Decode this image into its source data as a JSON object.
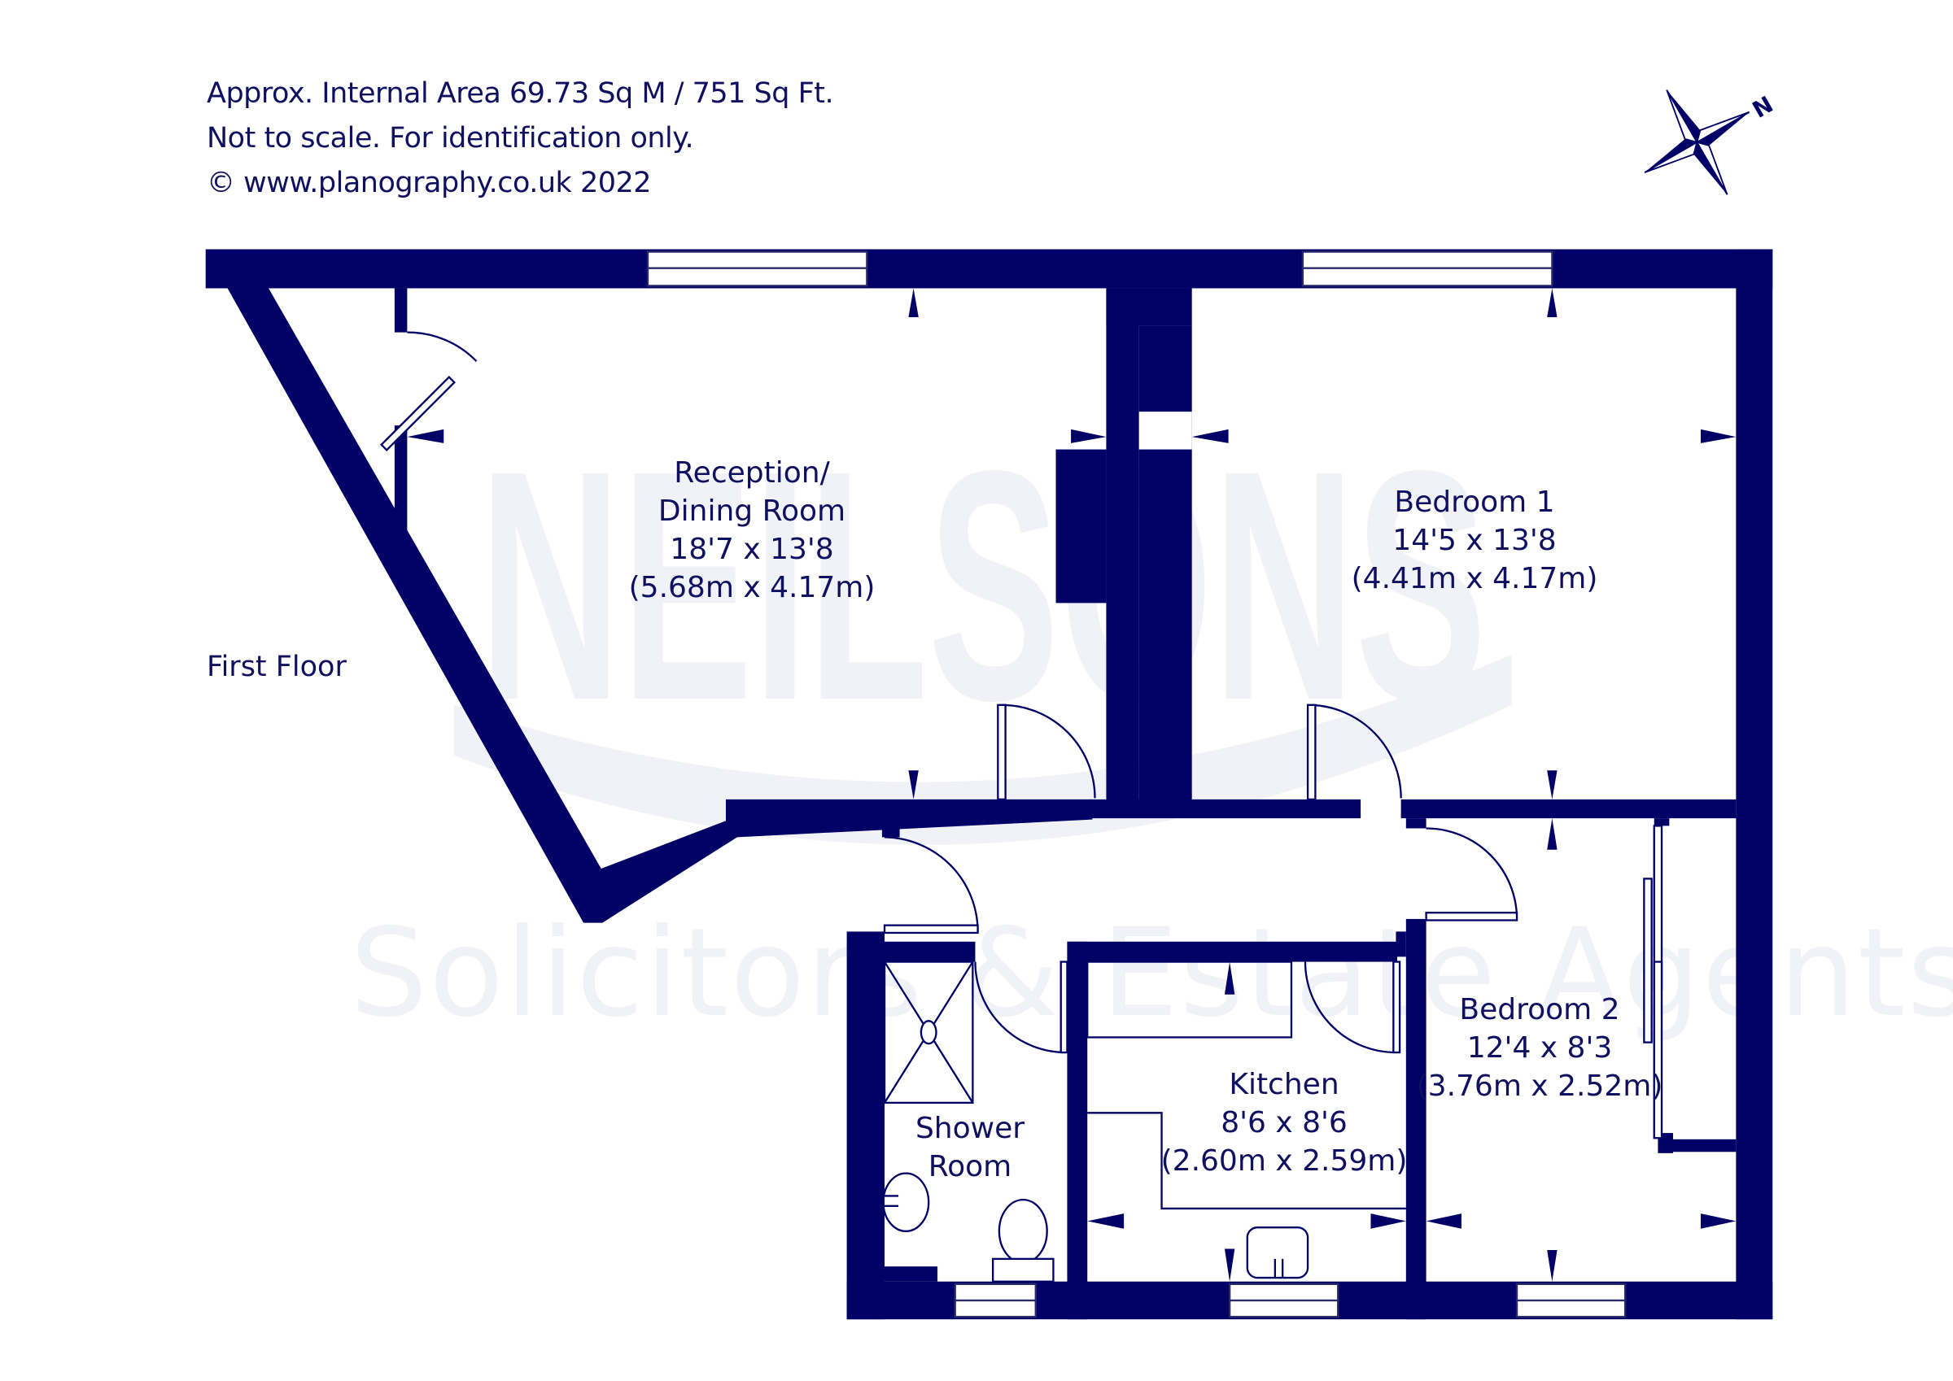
{
  "header": {
    "area_line": "Approx. Internal Area 69.73 Sq M / 751 Sq Ft.",
    "disclaimer_line": "Not to scale. For identification only.",
    "copyright_line": "© www.planography.co.uk 2022"
  },
  "floor_label": "First Floor",
  "compass": {
    "icon": "compass-rose-icon",
    "north_label": "N"
  },
  "watermark": {
    "brand": "NEILSONS",
    "tagline": "Solicitors & Estate Agents"
  },
  "colors": {
    "wall": "#000066",
    "text": "#101060",
    "watermark": "#f1f1f8",
    "background": "#ffffff"
  },
  "rooms": [
    {
      "id": "reception",
      "name_line1": "Reception/",
      "name_line2": "Dining Room",
      "imperial": "18'7 x 13'8",
      "metric": "(5.68m x 4.17m)"
    },
    {
      "id": "bedroom1",
      "name_line1": "Bedroom 1",
      "imperial": "14'5 x 13'8",
      "metric": "(4.41m x 4.17m)"
    },
    {
      "id": "bedroom2",
      "name_line1": "Bedroom 2",
      "imperial": "12'4 x 8'3",
      "metric": "(3.76m x 2.52m)"
    },
    {
      "id": "kitchen",
      "name_line1": "Kitchen",
      "imperial": "8'6 x 8'6",
      "metric": "(2.60m x 2.59m)"
    },
    {
      "id": "shower",
      "name_line1": "Shower",
      "name_line2": "Room"
    }
  ]
}
